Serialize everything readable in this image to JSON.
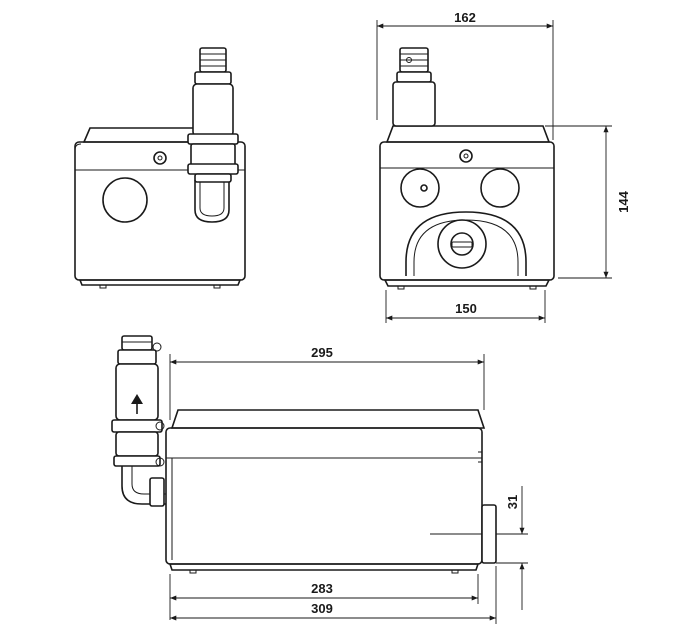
{
  "dimensions": {
    "width_top": "162",
    "height_side": "144",
    "width_bottom_front": "150",
    "length_top": "295",
    "outlet_height": "31",
    "length_inner": "283",
    "length_overall": "309"
  }
}
